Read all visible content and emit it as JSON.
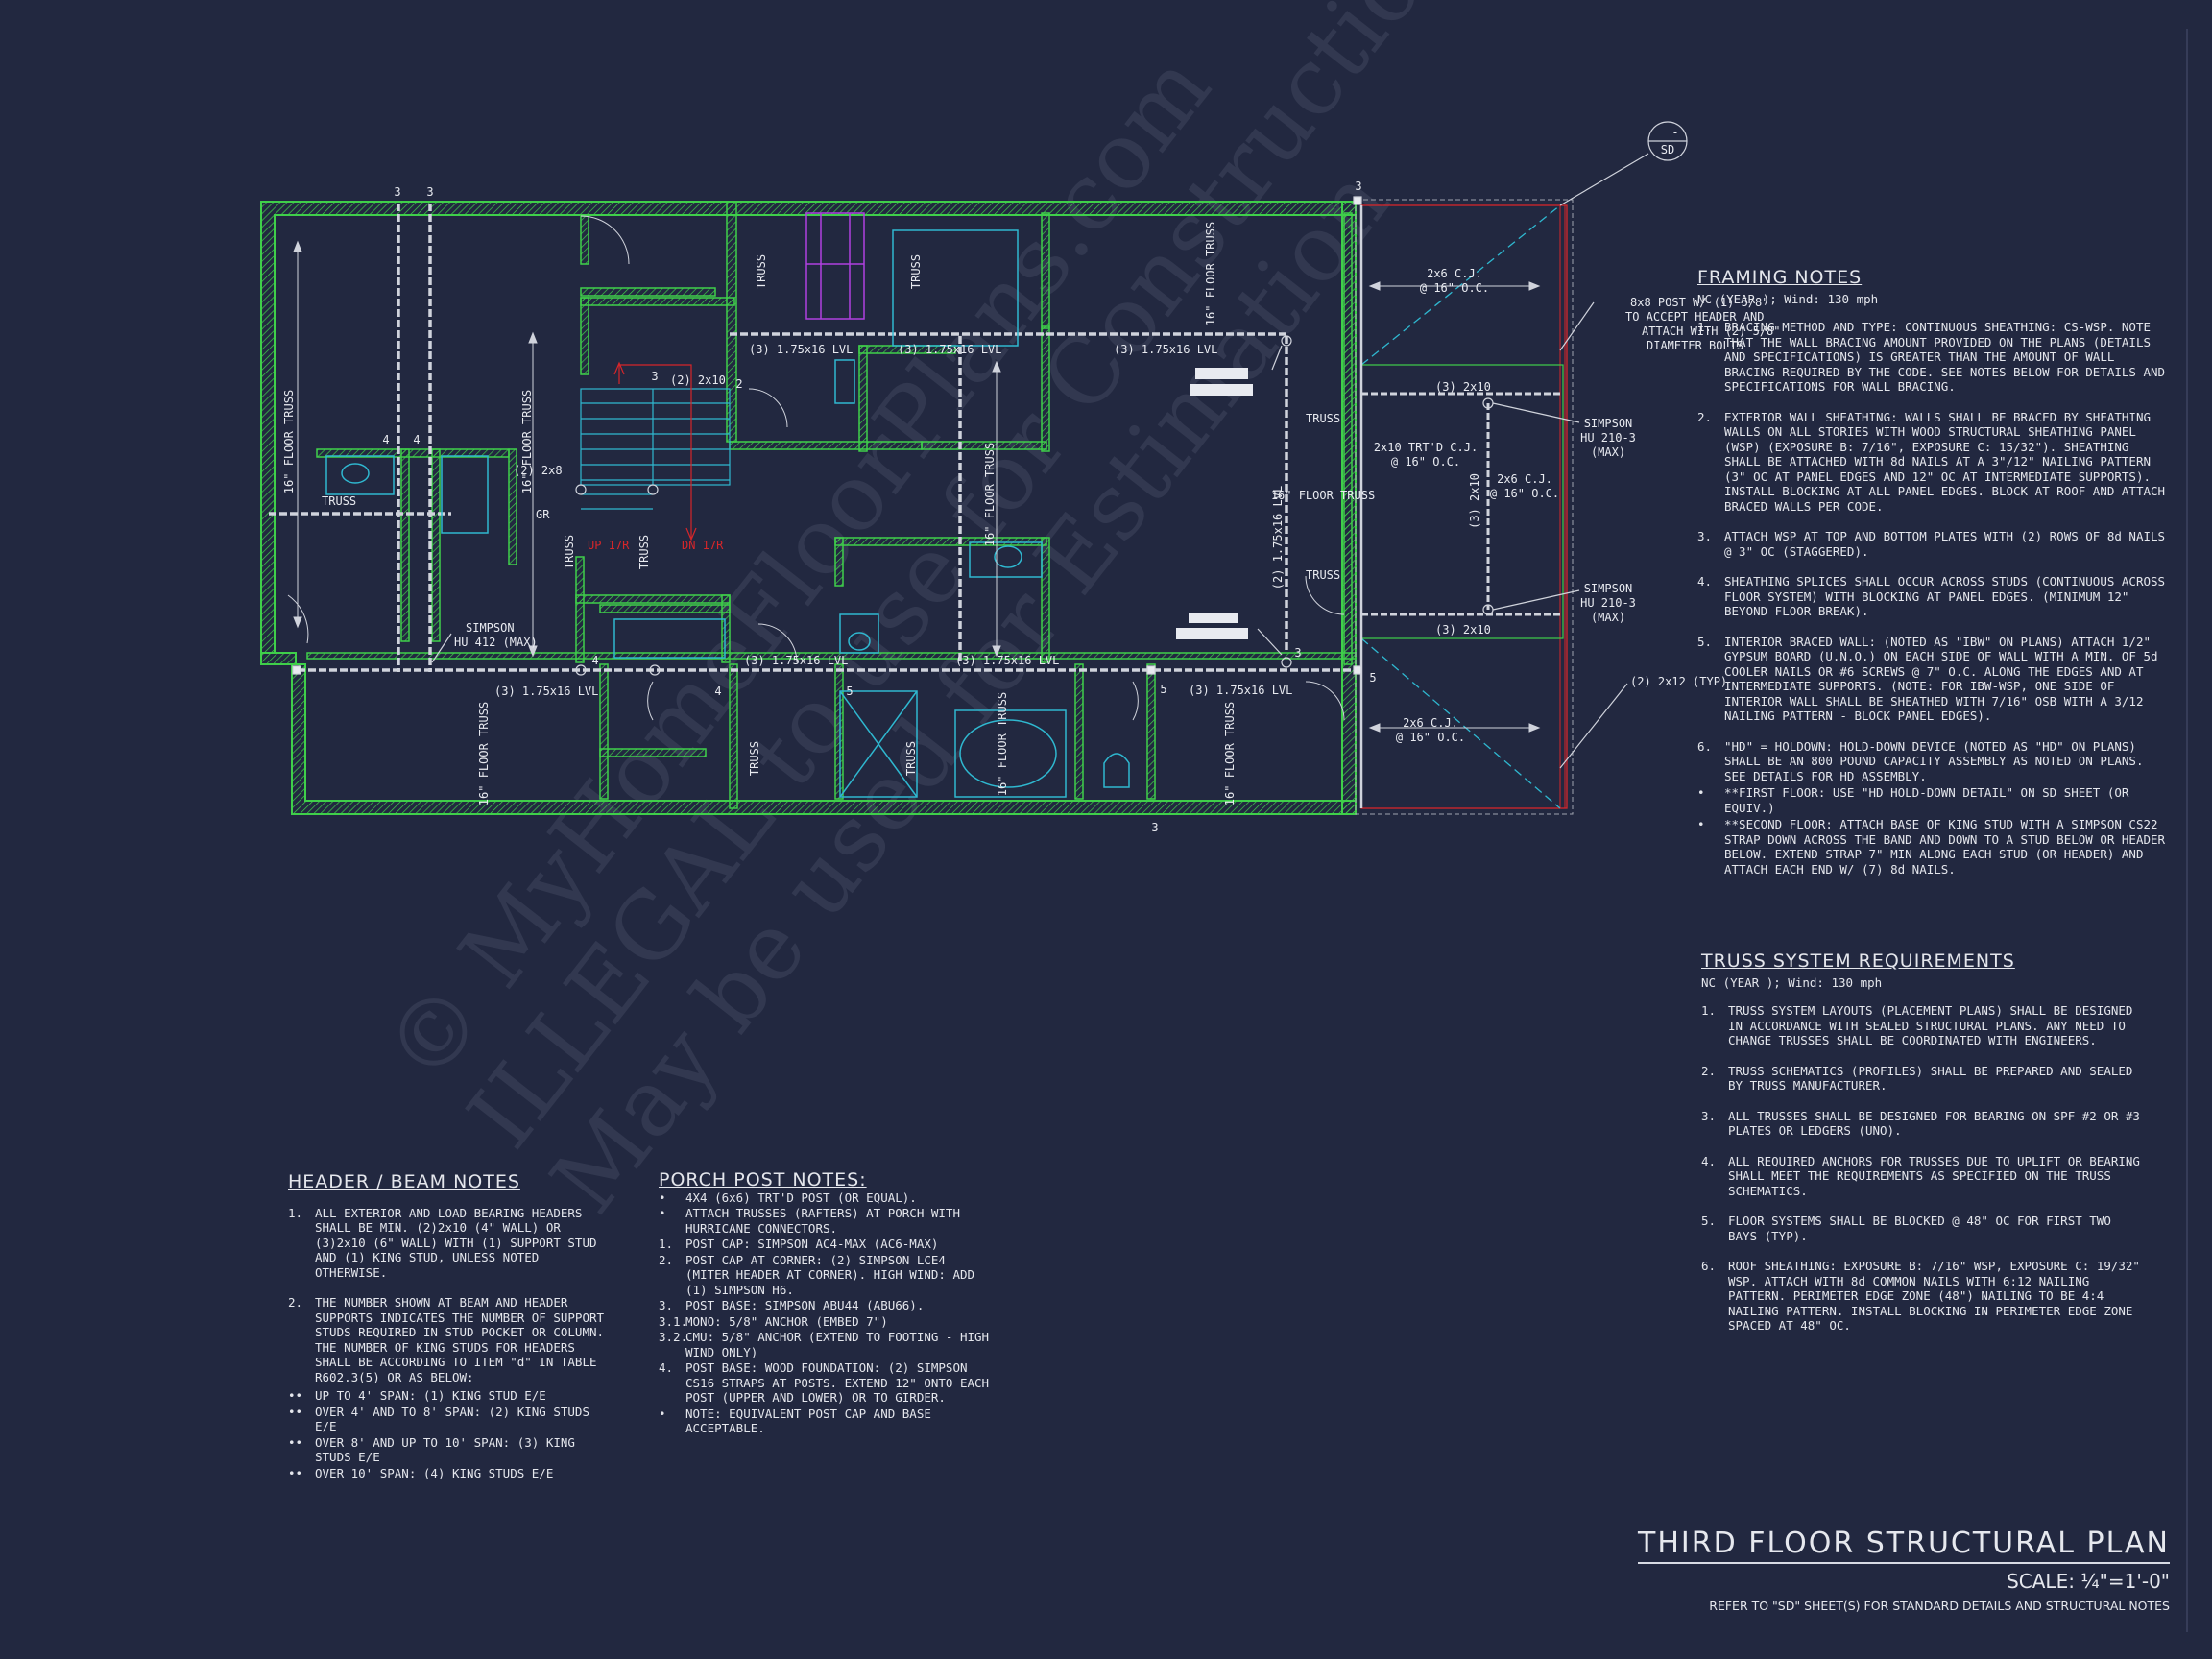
{
  "watermark": [
    "© MyHomeFloorPlans.com",
    "ILLEGAL to use for Construction",
    "May be used for Estimation"
  ],
  "plan": {
    "title": "THIRD FLOOR STRUCTURAL PLAN",
    "scale": "SCALE: ¼\"=1'-0\"",
    "reference": "REFER TO \"SD\" SHEET(S) FOR STANDARD DETAILS AND STRUCTURAL NOTES",
    "detail_tag_top": "-",
    "detail_tag_bottom": "SD"
  },
  "labels": {
    "lvl_a": "(3) 1.75x16 LVL",
    "lvl_b": "(3) 1.75x16 LVL",
    "lvl_c": "(3) 1.75x16 LVL",
    "lvl_d": "(3) 1.75x16 LVL",
    "lvl_e": "(3) 1.75x16 LVL",
    "lvl_f": "(3) 1.75x16 LVL",
    "lvl_g": "(3) 1.75x16 LVL",
    "lvl_v": "(2) 1.75x16 LVL",
    "floor_truss": "16\" FLOOR TRUSS",
    "truss": "TRUSS",
    "two_2x10": "(2) 2x10",
    "two_2x8": "(2) 2x8",
    "three_2x10_a": "(3) 2x10",
    "three_2x10_b": "(3) 2x10",
    "three_2x10_v": "(3) 2x10",
    "cj_2x6_a": "2x6 C.J.",
    "cj_2x6_b": "@ 16\" O.C.",
    "cj_2x6_c": "2x6 C.J.",
    "cj_2x6_d": "@ 16\" O.C.",
    "cj_trtd_a": "2x10 TRT'D C.J.",
    "cj_trtd_b": "@ 16\" O.C.",
    "cj_side_a": "2x6 C.J.",
    "cj_side_b": "@ 16\" O.C.",
    "simpson_hu412_a": "SIMPSON",
    "simpson_hu412_b": "HU 412 (MAX)",
    "simpson_hu210_a": "SIMPSON",
    "simpson_hu210_b": "HU 210-3",
    "simpson_hu210_c": "(MAX)",
    "simpson_hu210_d": "SIMPSON",
    "simpson_hu210_e": "HU 210-3",
    "simpson_hu210_f": "(MAX)",
    "post8x8_a": "8x8 POST W/ (1) 5/8\"",
    "post8x8_b": "TO ACCEPT HEADER AND",
    "post8x8_c": "ATTACH WITH (2) 5/8\"",
    "post8x8_d": "DIAMETER BOLTS",
    "typ_2x12": "(2) 2x12 (TYP)",
    "up": "UP 17R",
    "dn": "DN 17R",
    "gr": "GR",
    "num3": "3",
    "num4": "4",
    "num5": "5",
    "num2": "2"
  },
  "framing_notes": {
    "heading": "FRAMING NOTES",
    "subheading": "NC (YEAR ); Wind: 130 mph",
    "items": [
      {
        "n": "1.",
        "text": "BRACING METHOD AND TYPE: CONTINUOUS SHEATHING: CS-WSP. NOTE THAT THE WALL BRACING AMOUNT PROVIDED ON THE PLANS (DETAILS AND SPECIFICATIONS) IS GREATER THAN THE AMOUNT OF WALL BRACING REQUIRED BY THE CODE. SEE NOTES BELOW FOR DETAILS AND SPECIFICATIONS FOR WALL BRACING."
      },
      {
        "n": "2.",
        "text": "EXTERIOR WALL SHEATHING: WALLS SHALL BE BRACED BY SHEATHING WALLS ON ALL STORIES WITH WOOD STRUCTURAL SHEATHING PANEL (WSP) (EXPOSURE B: 7/16\", EXPOSURE C: 15/32\"). SHEATHING SHALL BE ATTACHED WITH 8d NAILS AT A 3\"/12\" NAILING PATTERN (3\" OC AT PANEL EDGES AND 12\" OC AT INTERMEDIATE SUPPORTS). INSTALL BLOCKING AT ALL PANEL EDGES. BLOCK AT ROOF AND ATTACH BRACED WALLS PER CODE."
      },
      {
        "n": "3.",
        "text": "ATTACH WSP AT TOP AND BOTTOM PLATES WITH (2) ROWS OF 8d NAILS @ 3\" OC (STAGGERED)."
      },
      {
        "n": "4.",
        "text": "SHEATHING SPLICES SHALL OCCUR ACROSS STUDS (CONTINUOUS ACROSS FLOOR SYSTEM) WITH BLOCKING AT PANEL EDGES. (MINIMUM 12\" BEYOND FLOOR BREAK)."
      },
      {
        "n": "5.",
        "text": "INTERIOR BRACED WALL: (NOTED AS \"IBW\" ON PLANS) ATTACH 1/2\" GYPSUM BOARD (U.N.O.) ON EACH SIDE OF WALL WITH A MIN. OF 5d COOLER NAILS OR #6 SCREWS @ 7\" O.C. ALONG THE EDGES AND AT INTERMEDIATE SUPPORTS. (NOTE: FOR IBW-WSP, ONE SIDE OF INTERIOR WALL SHALL BE SHEATHED WITH 7/16\" OSB WITH A 3/12 NAILING PATTERN - BLOCK PANEL EDGES)."
      },
      {
        "n": "6.",
        "text": "\"HD\" = HOLDOWN: HOLD-DOWN DEVICE (NOTED AS \"HD\" ON PLANS) SHALL BE AN 800 POUND CAPACITY ASSEMBLY AS NOTED ON PLANS. SEE DETAILS FOR HD ASSEMBLY."
      },
      {
        "n": "•",
        "text": "**FIRST FLOOR: USE \"HD HOLD-DOWN DETAIL\" ON SD SHEET (OR EQUIV.)"
      },
      {
        "n": "•",
        "text": "**SECOND FLOOR: ATTACH BASE OF KING STUD WITH A SIMPSON CS22 STRAP DOWN ACROSS THE BAND AND DOWN TO A STUD BELOW OR HEADER BELOW. EXTEND STRAP 7\" MIN ALONG EACH STUD (OR HEADER) AND ATTACH EACH END W/ (7) 8d NAILS."
      }
    ]
  },
  "truss_notes": {
    "heading": "TRUSS SYSTEM REQUIREMENTS",
    "subheading": "NC (YEAR ); Wind: 130 mph",
    "items": [
      {
        "n": "1.",
        "text": "TRUSS SYSTEM LAYOUTS (PLACEMENT PLANS) SHALL BE DESIGNED IN ACCORDANCE WITH SEALED STRUCTURAL PLANS. ANY NEED TO CHANGE TRUSSES SHALL BE COORDINATED WITH ENGINEERS."
      },
      {
        "n": "2.",
        "text": "TRUSS SCHEMATICS (PROFILES) SHALL BE PREPARED AND SEALED BY TRUSS MANUFACTURER."
      },
      {
        "n": "3.",
        "text": "ALL TRUSSES SHALL BE DESIGNED FOR BEARING ON SPF #2 OR #3 PLATES OR LEDGERS (UNO)."
      },
      {
        "n": "4.",
        "text": "ALL REQUIRED ANCHORS FOR TRUSSES DUE TO UPLIFT OR BEARING SHALL MEET THE REQUIREMENTS AS SPECIFIED ON THE TRUSS SCHEMATICS."
      },
      {
        "n": "5.",
        "text": "FLOOR SYSTEMS SHALL BE BLOCKED @ 48\" OC FOR FIRST TWO BAYS (TYP)."
      },
      {
        "n": "6.",
        "text": "ROOF SHEATHING: EXPOSURE B: 7/16\" WSP, EXPOSURE C: 19/32\" WSP. ATTACH WITH 8d COMMON NAILS WITH 6:12 NAILING PATTERN. PERIMETER EDGE ZONE (48\") NAILING TO BE 4:4 NAILING PATTERN. INSTALL BLOCKING IN PERIMETER EDGE ZONE SPACED AT 48\" OC."
      }
    ]
  },
  "header_notes": {
    "heading": "HEADER / BEAM NOTES",
    "items": [
      {
        "n": "1.",
        "text": "ALL EXTERIOR AND LOAD BEARING HEADERS SHALL BE MIN. (2)2x10 (4\" WALL) OR (3)2x10 (6\" WALL) WITH (1) SUPPORT STUD AND (1) KING STUD, UNLESS NOTED OTHERWISE."
      },
      {
        "n": "2.",
        "text": "THE NUMBER SHOWN AT BEAM AND HEADER SUPPORTS INDICATES THE NUMBER OF SUPPORT STUDS REQUIRED IN STUD POCKET OR COLUMN. THE NUMBER OF KING STUDS FOR HEADERS SHALL BE ACCORDING TO ITEM \"d\" IN TABLE R602.3(5) OR AS BELOW:"
      },
      {
        "n": "••",
        "text": "UP TO 4' SPAN: (1) KING STUD E/E"
      },
      {
        "n": "••",
        "text": "OVER 4' AND TO 8' SPAN: (2) KING STUDS E/E"
      },
      {
        "n": "••",
        "text": "OVER 8' AND UP TO 10' SPAN: (3) KING STUDS E/E"
      },
      {
        "n": "••",
        "text": "OVER 10' SPAN: (4) KING STUDS E/E"
      }
    ]
  },
  "porch_notes": {
    "heading": "PORCH POST NOTES:",
    "items": [
      {
        "n": "•",
        "text": "4X4 (6x6) TRT'D POST (OR EQUAL)."
      },
      {
        "n": "•",
        "text": "ATTACH TRUSSES (RAFTERS) AT PORCH WITH HURRICANE CONNECTORS."
      },
      {
        "n": "1.",
        "text": "POST CAP: SIMPSON AC4-MAX (AC6-MAX)"
      },
      {
        "n": "2.",
        "text": "POST CAP AT CORNER: (2) SIMPSON LCE4 (MITER HEADER AT CORNER). HIGH WIND: ADD (1) SIMPSON H6."
      },
      {
        "n": "3.",
        "text": "POST BASE: SIMPSON ABU44 (ABU66)."
      },
      {
        "n": "3.1.",
        "text": "MONO: 5/8\" ANCHOR (EMBED 7\")"
      },
      {
        "n": "3.2.",
        "text": "CMU: 5/8\" ANCHOR (EXTEND TO FOOTING - HIGH WIND ONLY)"
      },
      {
        "n": "4.",
        "text": "POST BASE: WOOD FOUNDATION: (2) SIMPSON CS16 STRAPS AT POSTS. EXTEND 12\" ONTO EACH POST (UPPER AND LOWER) OR TO GIRDER."
      },
      {
        "n": "•",
        "text": "NOTE: EQUIVALENT POST CAP AND BASE ACCEPTABLE."
      }
    ]
  },
  "colors": {
    "background": "#222840",
    "wall": "#3fcf4a",
    "beam": "#d0d3dc",
    "fixture": "#2fb8d0",
    "red": "#d6262a",
    "magenta": "#b040e0",
    "text": "#e4e6ec"
  }
}
